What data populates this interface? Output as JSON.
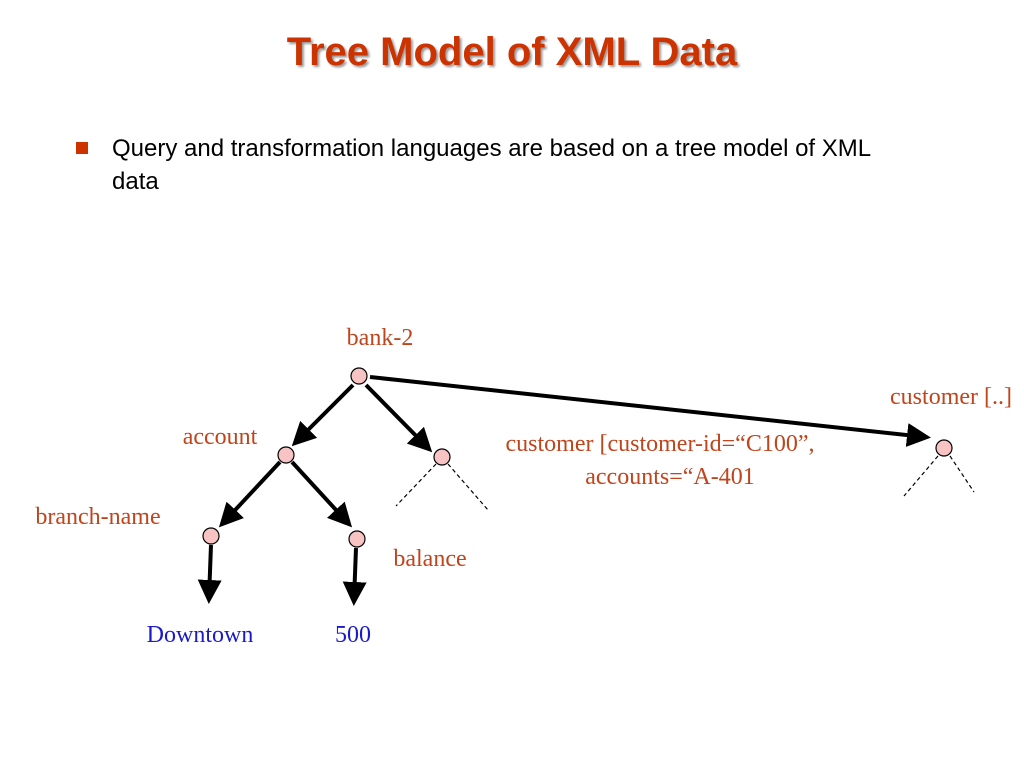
{
  "slide": {
    "title": "Tree Model of XML Data",
    "bullets": [
      "Query and transformation languages are based on a tree model of XML data"
    ]
  },
  "diagram": {
    "labels": {
      "bank": "bank-2",
      "account": "account",
      "customer_detail_line1": "customer [customer-id=“C100”,",
      "customer_detail_line2": "accounts=“A-401",
      "customer_short": "customer [..]",
      "branch_name": "branch-name",
      "balance": "balance",
      "downtown": "Downtown",
      "amount": "500"
    },
    "colors": {
      "title": "#cc3300",
      "element_label": "#c0441c",
      "value_label": "#1a1acc",
      "node_fill": "#f7c3c3"
    }
  }
}
